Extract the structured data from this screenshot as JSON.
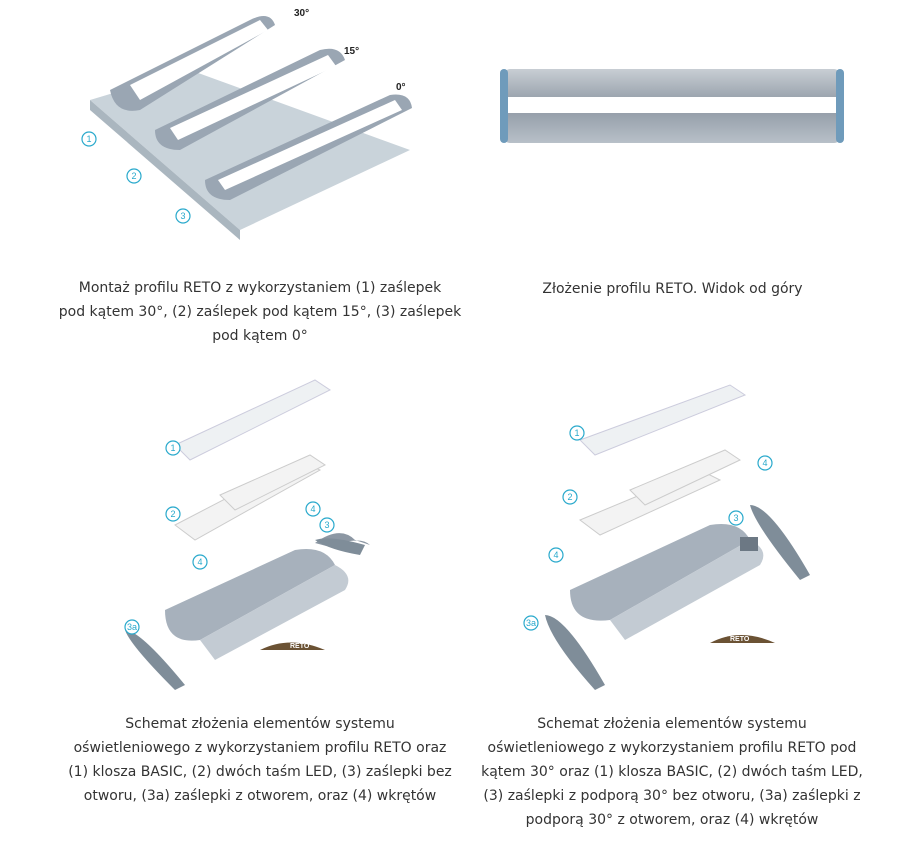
{
  "figures": [
    {
      "caption": "Montaż profilu RETO z wykorzystaniem (1) zaślepek pod kątem 30°, (2) zaślepek pod kątem 15°, (3) zaślepek pod kątem 0°",
      "caption_lines": [
        "Montaż profilu RETO z wykorzystaniem (1) zaślepek",
        "pod kątem 30°, (2) zaślepek pod kątem 15°, (3) zaślepek",
        "pod kątem 0°"
      ],
      "labels": {
        "angle1": "30°",
        "angle2": "15°",
        "angle3": "0°",
        "n1": "1",
        "n2": "2",
        "n3": "3"
      }
    },
    {
      "caption": "Złożenie profilu RETO. Widok od góry"
    },
    {
      "caption_lines": [
        "Schemat złożenia elementów systemu",
        "oświetleniowego z wykorzystaniem profilu RETO oraz",
        "(1) klosza BASIC, (2) dwóch taśm LED, (3) zaślepki bez",
        "otworu, (3a) zaślepki z otworem, oraz (4) wkrętów"
      ],
      "labels": {
        "n1": "1",
        "n2": "2",
        "n3": "3",
        "n3a": "3a",
        "n4": "4",
        "brand": "RETO"
      }
    },
    {
      "caption_lines": [
        "Schemat złożenia elementów systemu",
        "oświetleniowego z wykorzystaniem profilu RETO pod",
        "kątem 30° oraz (1) klosza BASIC, (2) dwóch taśm LED,",
        "(3) zaślepki z podporą 30° bez otworu, (3a) zaślepki z",
        "podporą 30° z otworem, oraz (4) wkrętów"
      ],
      "labels": {
        "n1": "1",
        "n2": "2",
        "n3": "3",
        "n3a": "3a",
        "n4": "4",
        "brand": "RETO"
      }
    }
  ],
  "colors": {
    "accent": "#29a9cc",
    "profile": "#a9b4c0",
    "base": "#c9d3da",
    "text": "#333333"
  }
}
